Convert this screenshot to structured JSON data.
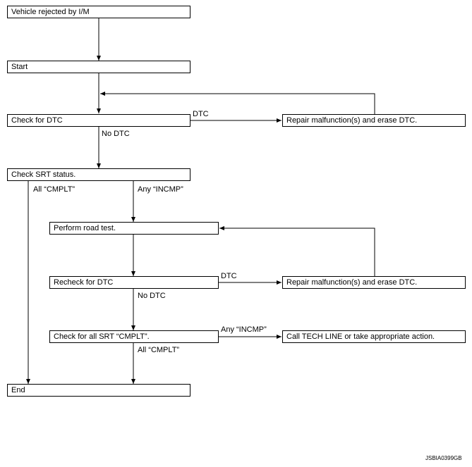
{
  "boxes": {
    "rejected": "Vehicle rejected by I/M",
    "start": "Start",
    "check_dtc": "Check for DTC",
    "repair_1": "Repair malfunction(s) and erase DTC.",
    "check_srt": "Check SRT status.",
    "road_test": "Perform road test.",
    "recheck_dtc": "Recheck for DTC",
    "repair_2": "Repair malfunction(s) and erase DTC.",
    "check_all_srt": "Check for all SRT “CMPLT”.",
    "tech_line": "Call TECH LINE or take appropriate action.",
    "end": "End"
  },
  "labels": {
    "dtc_1": "DTC",
    "no_dtc_1": "No DTC",
    "all_cmplt_1": "All “CMPLT”",
    "any_incmp_1": "Any “INCMP”",
    "dtc_2": "DTC",
    "no_dtc_2": "No DTC",
    "any_incmp_2": "Any “INCMP”",
    "all_cmplt_2": "All “CMPLT”"
  },
  "figure_code": "JSBIA0399GB"
}
